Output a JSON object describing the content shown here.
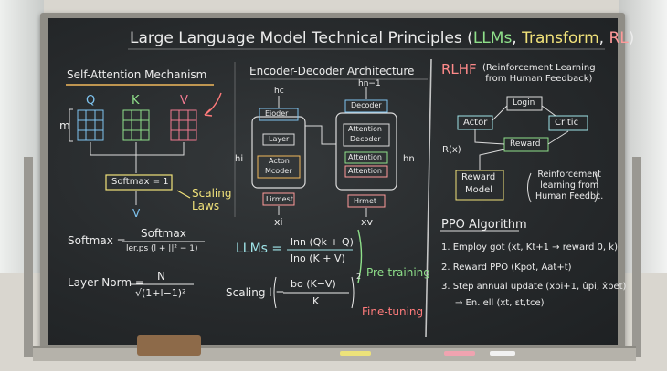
{
  "title": "Large Language Model Technical Principles (",
  "title_llm": "LLMs",
  "title_sep1": ", ",
  "title_transform": "Transform",
  "title_sep2": ", ",
  "title_rl": "RL",
  "title_close": ")",
  "self_attention": {
    "heading": "Self-Attention Mechanism",
    "q": "Q",
    "k": "K",
    "v": "V",
    "m": "m",
    "softmax_box": "Softmax = 1",
    "v_out": "V",
    "scaling_laws": "Scaling\nLaws"
  },
  "encoder_decoder": {
    "heading": "Encoder-Decoder Architecture",
    "hc": "hc",
    "hn1": "hn−1",
    "hi": "hi",
    "hn": "hn",
    "eioder": "Eioder",
    "layer": "Layer",
    "acton": "Acton",
    "mcoder": "Mcoder",
    "decoder": "Decoder",
    "attention_decoder_1": "Attention",
    "attention_decoder_2": "Decoder",
    "attention_a": "Attention",
    "attention_b": "Attention",
    "lirmest": "Lirmest",
    "hrmet": "Hrmet",
    "xi": "xi",
    "xv": "xv"
  },
  "rlhf": {
    "heading": "RLHF",
    "subheading": "(Reinforcement Learning\nfrom Human Feedback)",
    "login": "Login",
    "actor": "Actor",
    "critic": "Critic",
    "reward": "Reward",
    "rx": "R(x)",
    "reward_model_1": "Reward",
    "reward_model_2": "Model",
    "rl_note": "Reinforcement\nlearning from\nHuman Feedbc."
  },
  "formulas": {
    "softmax_lhs": "Softmax =",
    "softmax_num": "Softmax",
    "softmax_den": "ler.ps (l + ||² − 1)",
    "layernorm_lhs": "Layer Norm =",
    "layernorm_num": "N",
    "layernorm_den": "√(1+l−1)²",
    "llms_lhs": "LLMs =",
    "llms_num": "lnn (Qk + Q)",
    "llms_den": "lno (K + V)",
    "scaling_lhs": "Scaling l =",
    "scaling_num": "bo (K−V)",
    "scaling_den": "K",
    "scaling_exp": "2",
    "pretraining": "Pre-training",
    "finetuning": "Fine-tuning"
  },
  "ppo": {
    "heading": "PPO Algorithm",
    "step1": "1. Employ got (xt, Kt+1 → reward 0, k)",
    "step2": "2. Reward PPO (Kpot, Aat+t)",
    "step3": "3. Step annual update (xpi+1, ûpi, x̂pet)",
    "step3b": "→ En. ell (xt, εt,tce)"
  },
  "colors": {
    "chalk": "#ececec",
    "yellow": "#f1e27a",
    "orange": "#f0b85c",
    "green": "#8fe08a",
    "red": "#ff7b7b",
    "pink": "#f07a90",
    "blue": "#7fc4f0",
    "cyan": "#9fe4e8",
    "teal_grid": "#57b3a5"
  }
}
